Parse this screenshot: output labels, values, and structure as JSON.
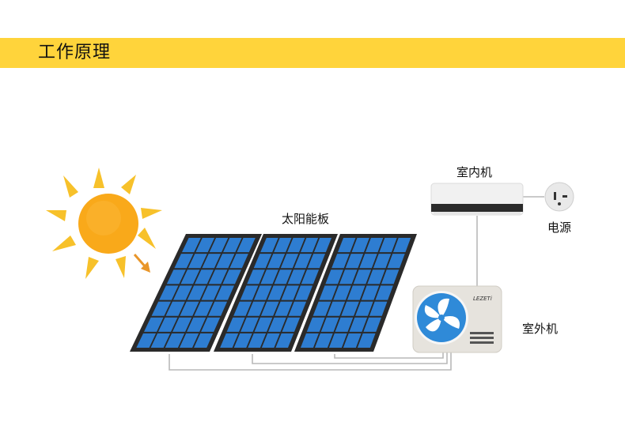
{
  "header": {
    "title": "工作原理"
  },
  "labels": {
    "solar_panel": "太阳能板",
    "indoor_unit": "室内机",
    "power_source": "电源",
    "outdoor_unit": "室外机",
    "brand": "LEZETi"
  },
  "colors": {
    "header_band": "#FFD43B",
    "sun_core": "#F9A91A",
    "sun_rays": "#F7C12A",
    "panel_cell": "#2E7DD1",
    "panel_frame": "#2a2a2a",
    "fan_blue": "#2F8AD8"
  }
}
